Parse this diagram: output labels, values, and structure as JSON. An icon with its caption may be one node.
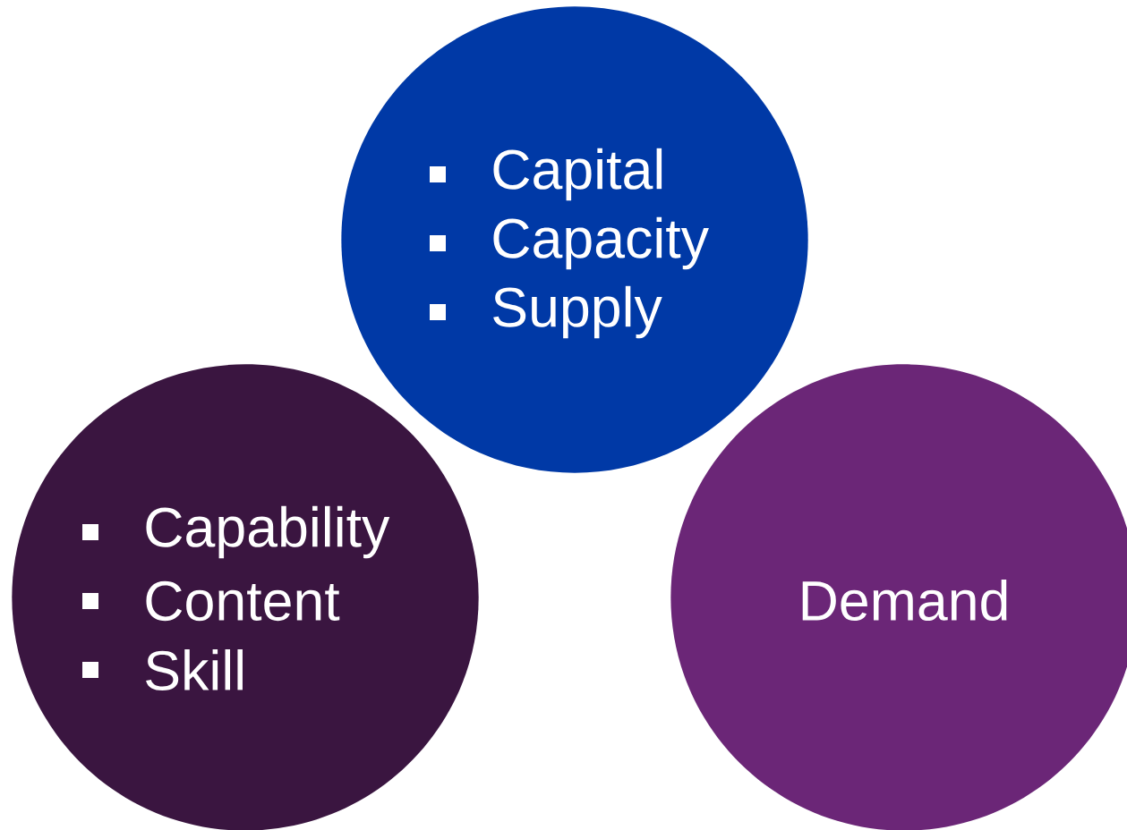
{
  "diagram": {
    "nodes": [
      {
        "text": [
          "Capital",
          "Capacity",
          "Supply"
        ]
      },
      {
        "text": [
          "Capability",
          "Content",
          "Skill"
        ]
      },
      {
        "text": [
          "Demand"
        ]
      }
    ]
  }
}
